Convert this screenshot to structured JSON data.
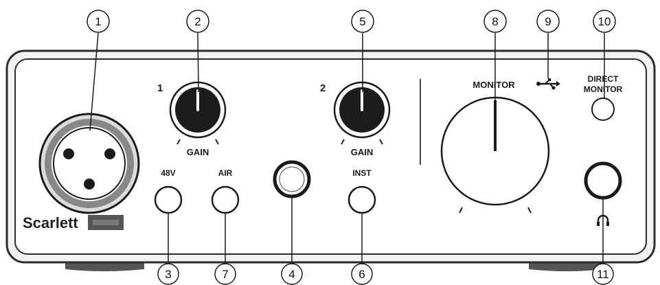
{
  "device": {
    "brand": "Scarlett",
    "ch1": "1",
    "ch2": "2",
    "gain": "GAIN",
    "btn_48v": "48V",
    "btn_air": "AIR",
    "btn_inst": "INST",
    "monitor": "MONITOR",
    "direct_line1": "DIRECT",
    "direct_line2": "MONITOR"
  },
  "callouts": [
    "1",
    "2",
    "3",
    "4",
    "5",
    "6",
    "7",
    "8",
    "9",
    "10",
    "11"
  ]
}
